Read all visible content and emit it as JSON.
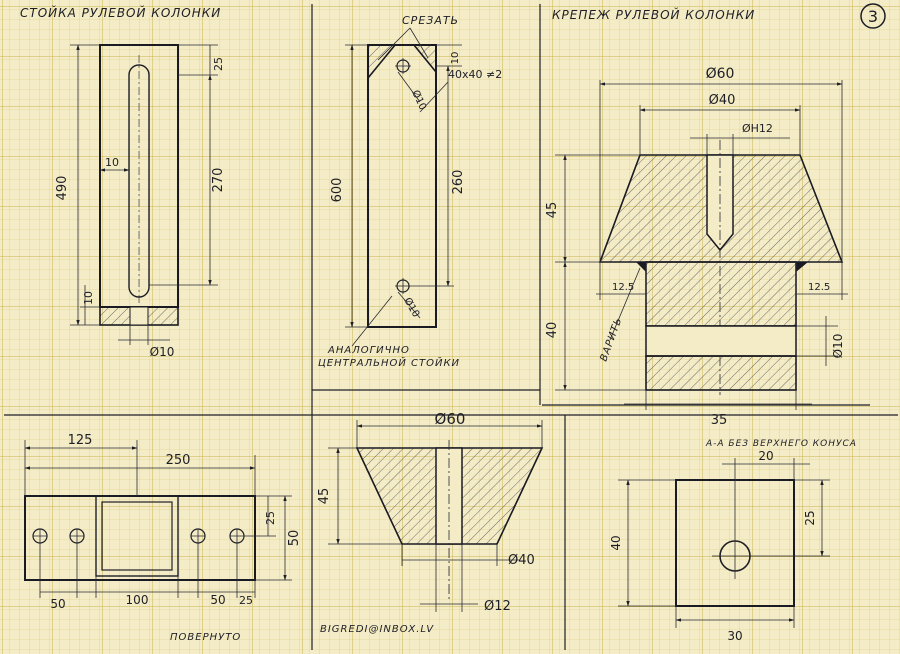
{
  "sheet_number": "3",
  "title_left": "СТОЙКА РУЛЕВОЙ КОЛОНКИ",
  "title_right": "КРЕПЕЖ РУЛЕВОЙ КОЛОНКИ",
  "author": "BIGREDI@INBOX.LV",
  "view_stand": {
    "d_490": "490",
    "d_270": "270",
    "d_25": "25",
    "d_10a": "10",
    "d_10b": "10",
    "d_phi10": "Ø10"
  },
  "view_cut": {
    "cut_label": "СРЕЗАТЬ",
    "tube": "40х40 ≠2",
    "d_10": "10",
    "d_600": "600",
    "d_260": "260",
    "d_phi10a": "Ø10",
    "d_phi10b": "Ø10",
    "note_line1": "АНАЛОГИЧНО",
    "note_line2": "ЦЕНТРАЛЬНОЙ СТОЙКИ"
  },
  "view_mount": {
    "d_60": "Ø60",
    "d_40": "Ø40",
    "d_h12": "ØН12",
    "d_45": "45",
    "d_40v": "40",
    "d_12_5a": "12.5",
    "d_12_5b": "12.5",
    "weld": "ВАРИТЬ",
    "d_phi10": "Ø10",
    "d_35": "35"
  },
  "view_plan": {
    "d_125": "125",
    "d_250": "250",
    "d_25": "25",
    "d_50": "50",
    "d_50a": "50",
    "d_100": "100",
    "d_50b": "50",
    "d_25b": "25",
    "caption": "ПОВЕРНУТО"
  },
  "view_cone": {
    "d_60": "Ø60",
    "d_45": "45",
    "d_40": "Ø40",
    "d_12": "Ø12"
  },
  "view_section": {
    "title": "А-А  БЕЗ ВЕРХНЕГО КОНУСА",
    "d_20": "20",
    "d_25": "25",
    "d_40": "40",
    "d_30": "30"
  }
}
